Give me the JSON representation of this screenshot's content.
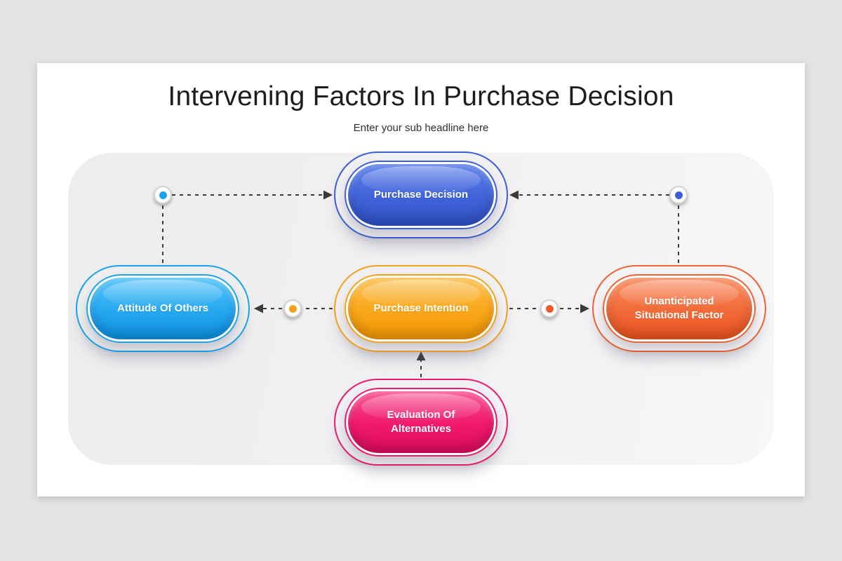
{
  "page": {
    "background": "#e4e3e4"
  },
  "slide": {
    "background": "#ffffff",
    "panel_background": "#f0eff1",
    "title": "Intervening Factors In Purchase Decision",
    "subtitle": "Enter your sub headline here"
  },
  "diagram": {
    "line_color": "#3a3a3a",
    "nodes": [
      {
        "id": "purchase-decision",
        "label": "Purchase Decision",
        "ring": "#3a5fd6",
        "gradient_top": "#5d7ee8",
        "base": "#4164da",
        "gradient_bottom": "#2f50c5"
      },
      {
        "id": "attitude-of-others",
        "label": "Attitude Of Others",
        "ring": "#1ba3ef",
        "gradient_top": "#55c4f8",
        "base": "#27a9f1",
        "gradient_bottom": "#0d90e2"
      },
      {
        "id": "purchase-intention",
        "label": "Purchase Intention",
        "ring": "#f5a11b",
        "gradient_top": "#fcc153",
        "base": "#faa71c",
        "gradient_bottom": "#f29704"
      },
      {
        "id": "unanticipated-situational-factor",
        "label": "Unanticipated Situational Factor",
        "ring": "#ee6233",
        "gradient_top": "#f78e63",
        "base": "#f26b39",
        "gradient_bottom": "#ea5420"
      },
      {
        "id": "evaluation-of-alternatives",
        "label": "Evaluation Of Alternatives",
        "ring": "#ed196d",
        "gradient_top": "#f85392",
        "base": "#f01a6f",
        "gradient_bottom": "#dd0a5e"
      }
    ],
    "connectors": [
      {
        "id": "top-left-dot",
        "color": "#1ba3ef"
      },
      {
        "id": "top-right-dot",
        "color": "#3a5fd6"
      },
      {
        "id": "middle-left-dot",
        "color": "#f5a11b"
      },
      {
        "id": "middle-right-dot",
        "color": "#ef5a28"
      }
    ]
  }
}
